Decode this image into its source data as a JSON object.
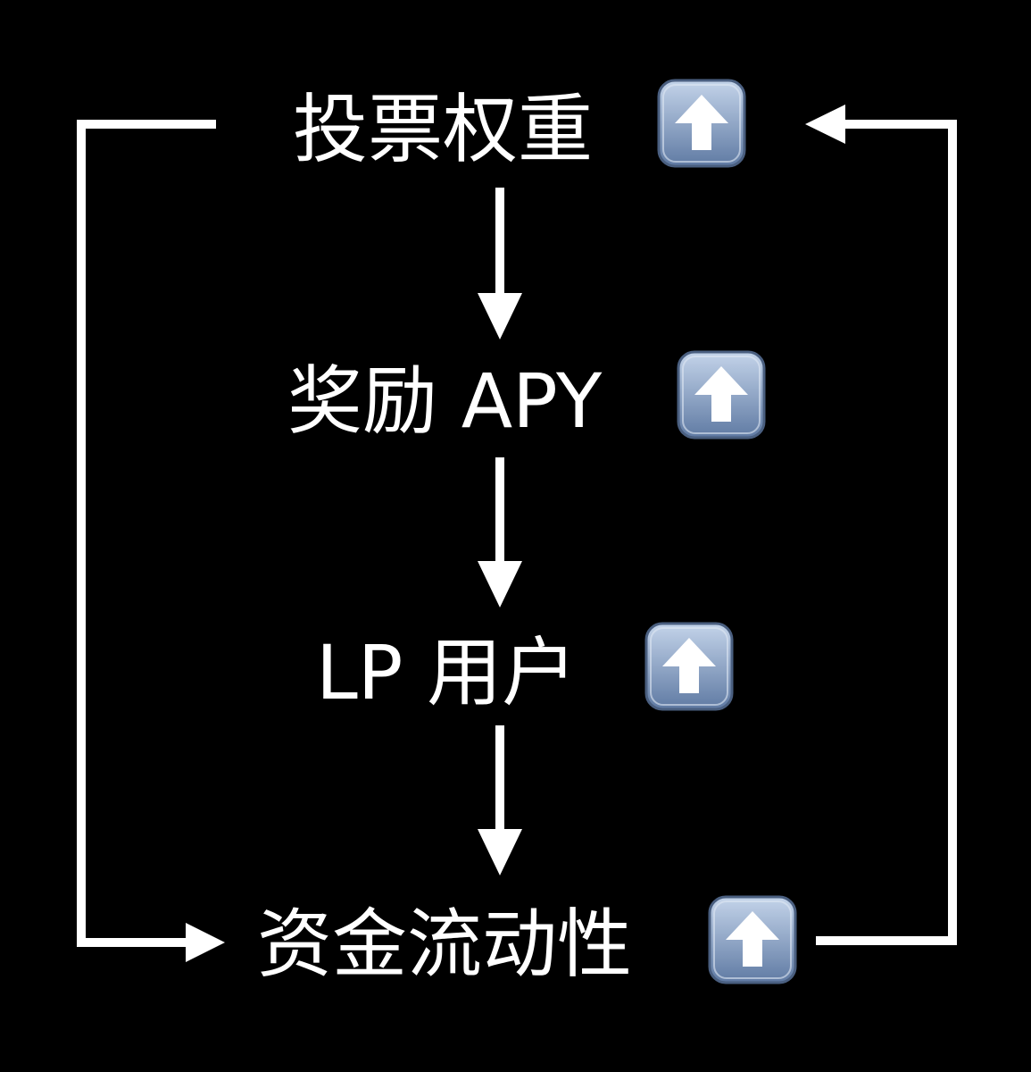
{
  "diagram": {
    "nodes": [
      {
        "id": "voting-weight",
        "label": "投票权重",
        "icon": "up-arrow-icon"
      },
      {
        "id": "reward-apy",
        "label": "奖励 APY",
        "icon": "up-arrow-icon"
      },
      {
        "id": "lp-users",
        "label": "LP 用户",
        "icon": "up-arrow-icon"
      },
      {
        "id": "liquidity",
        "label": "资金流动性",
        "icon": "up-arrow-icon"
      }
    ],
    "edges": [
      {
        "from": "voting-weight",
        "to": "reward-apy"
      },
      {
        "from": "reward-apy",
        "to": "lp-users"
      },
      {
        "from": "lp-users",
        "to": "liquidity"
      },
      {
        "from": "voting-weight",
        "to": "liquidity"
      },
      {
        "from": "liquidity",
        "to": "voting-weight"
      }
    ]
  },
  "colors": {
    "background": "#000000",
    "foreground": "#ffffff",
    "icon_top": "#b6c8e0",
    "icon_bottom": "#6c86ac",
    "icon_border": "#4a5f80"
  }
}
